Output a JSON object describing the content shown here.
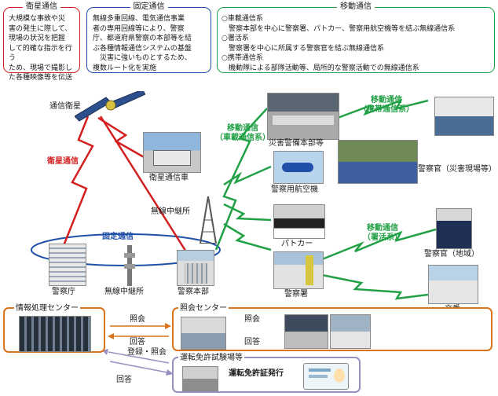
{
  "top_boxes": {
    "satellite": {
      "title": "衛星通信",
      "text": "大規模な事故や災\n害の発生に際して、\n現場の状況を把握\nして的確な指示を行う\nため、現場で撮影し\nた各種映像等を伝送"
    },
    "fixed": {
      "title": "固定通信",
      "text": "無線多重回線、電気通信事業\n者の専用回線等により、警察\n庁、都道府県警察の本部等を結\nぶ各種情報通信システムの基盤\n　災害に強いものとするため、\n複数ルート化を実施"
    },
    "mobile": {
      "title": "移動通信",
      "text": "○車載通信系\n　警察本部を中心に警察署、パトカー、警察用航空機等を結ぶ無線通信系\n○署活系\n　警察署を中心に所属する警察官を結ぶ無線通信系\n○携帯通信系\n　機動隊による部隊活動等、局所的な警察活動での無線通信系"
    }
  },
  "labels": {
    "satellite": "通信衛星",
    "satellite_comm": "衛星通信",
    "sat_car": "衛星通信車",
    "relay_top": "無線中継所",
    "fixed_comm": "固定通信",
    "npa": "警察庁",
    "relay_bottom": "無線中継所",
    "hq": "警察本部",
    "vehicle_comm": "移動通信\n（車載通信系）",
    "portable_comm": "移動通信\n（携帯通信系）",
    "station_comm": "移動通信\n（署活系）",
    "disaster_hq": "災害警備本部等",
    "aircraft": "警察用航空機",
    "patrol": "パトカー",
    "station": "警察署",
    "officer_disaster": "警察官（災害現場等）",
    "officer_area": "警察官（地域）",
    "koban": "交番"
  },
  "bottom": {
    "info_center": "情報処理センター",
    "inquiry_center": "照会センター",
    "license_center": "運転免許試験場等",
    "license_issue": "運転免許証発行",
    "inquiry": "照会",
    "reply": "回答",
    "inquiry2": "照会",
    "reply2": "回答",
    "register": "登録・照会",
    "reply3": "回答"
  },
  "colors": {
    "red": "#d31f1f",
    "green": "#22a046",
    "blue": "#1f4fa8",
    "orange": "#d9731c",
    "purple": "#9a8fc0"
  }
}
